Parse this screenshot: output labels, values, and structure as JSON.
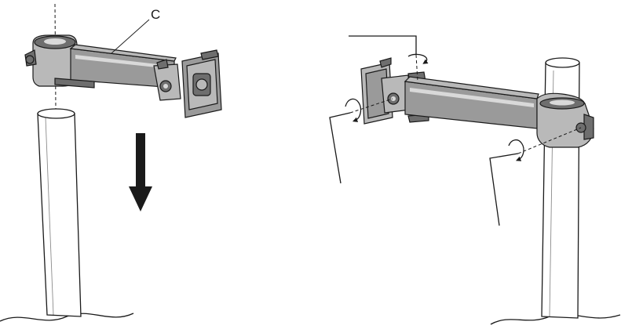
{
  "callouts": {
    "arm_label": "C"
  },
  "panels": [
    {
      "name": "lower-arm-onto-pole",
      "action": "down-arrow"
    },
    {
      "name": "tighten-screws",
      "action": "rotation-arrows",
      "tool": "hex-key-icon"
    }
  ],
  "colors": {
    "ink": "#1a1a1a",
    "metal": "#9a9a9a",
    "metal_light": "#b9b9b9",
    "metal_dark": "#6e6e6e",
    "background": "#ffffff"
  }
}
